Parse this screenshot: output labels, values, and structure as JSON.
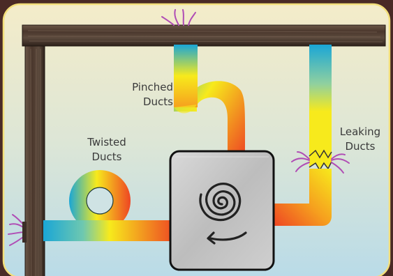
{
  "labels": {
    "pinched": {
      "line1": "Pinched",
      "line2": "Ducts"
    },
    "twisted": {
      "line1": "Twisted",
      "line2": "Ducts"
    },
    "leaking": {
      "line1": "Leaking",
      "line2": "Ducts"
    }
  },
  "colors": {
    "frame": "#4a2a26",
    "sky_top": "#f4ecc9",
    "sky_bottom": "#b9dbe8",
    "wood": "#4c3a2f",
    "duct_cool": "#1aa6d6",
    "duct_mid": "#f7ea1c",
    "duct_hot": "#ee4523",
    "furnace": "#c9c9c9",
    "leak": "#b04db5"
  },
  "icons": [
    "spiral-icon",
    "airflow-arrow-icon",
    "air-leak-icon"
  ]
}
